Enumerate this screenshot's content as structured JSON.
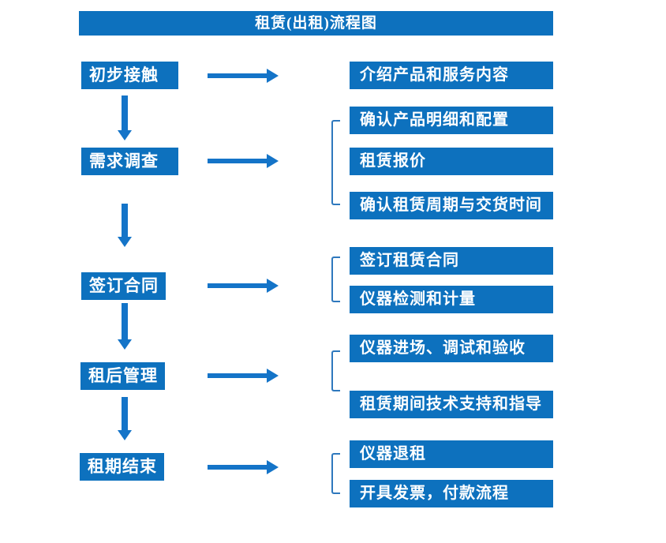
{
  "title": "租赁(出租)流程图",
  "colors": {
    "box_blue": "#0d71be",
    "arrow_blue": "#1474c8",
    "bracket_blue": "#2e78bd",
    "text_white": "#ffffff",
    "background": "#ffffff"
  },
  "steps": [
    {
      "label": "初步接触",
      "details": [
        "介绍产品和服务内容"
      ]
    },
    {
      "label": "需求调查",
      "details": [
        "确认产品明细和配置",
        "租赁报价",
        "确认租赁周期与交货时间"
      ]
    },
    {
      "label": "签订合同",
      "details": [
        "签订租赁合同",
        "仪器检测和计量"
      ]
    },
    {
      "label": "租后管理",
      "details": [
        "仪器进场、调试和验收",
        "租赁期间技术支持和指导"
      ]
    },
    {
      "label": "租期结束",
      "details": [
        "仪器退租",
        "开具发票，付款流程"
      ]
    }
  ]
}
